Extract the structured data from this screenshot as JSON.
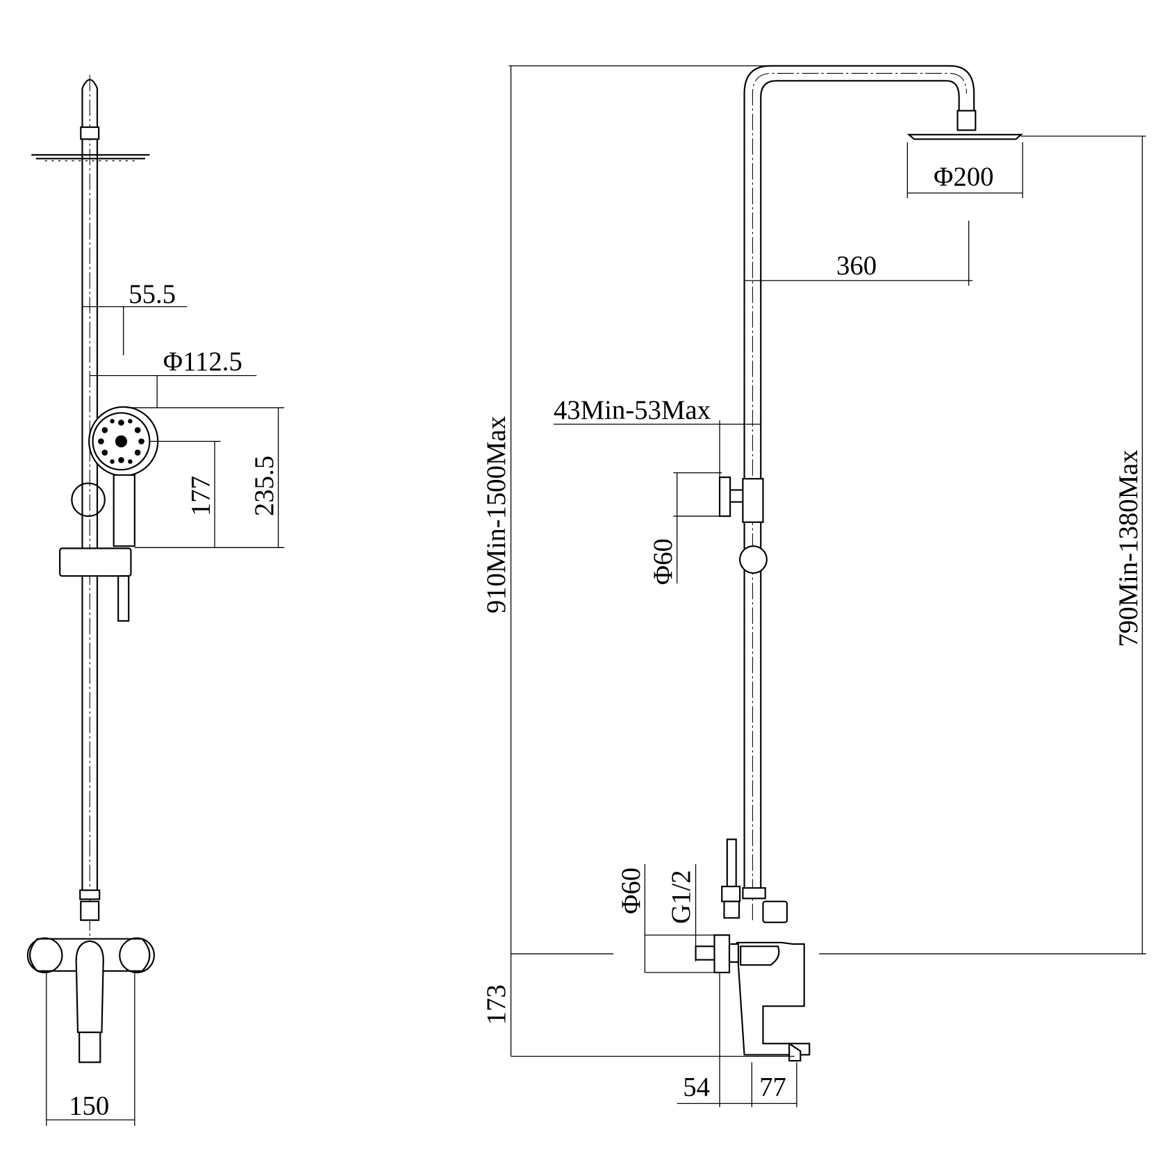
{
  "title": "Shower system dimension drawing",
  "side_view": {
    "dim_rail_offset": "55.5",
    "dim_handshower_diameter": "Φ112.5",
    "dim_handshower_lower": "177",
    "dim_handshower_height": "235.5",
    "dim_mixer_centers": "150"
  },
  "front_view": {
    "dim_head_diameter": "Φ200",
    "dim_arm_reach": "360",
    "dim_wall_bracket": "43Min-53Max",
    "dim_bracket_diameter": "Φ60",
    "dim_total_height": "910Min-1500Max",
    "dim_head_height": "790Min-1380Max",
    "dim_flange_diameter": "Φ60",
    "dim_thread": "G1/2",
    "dim_spout_height": "173",
    "dim_wall_to_center": "54",
    "dim_spout_reach": "77"
  }
}
